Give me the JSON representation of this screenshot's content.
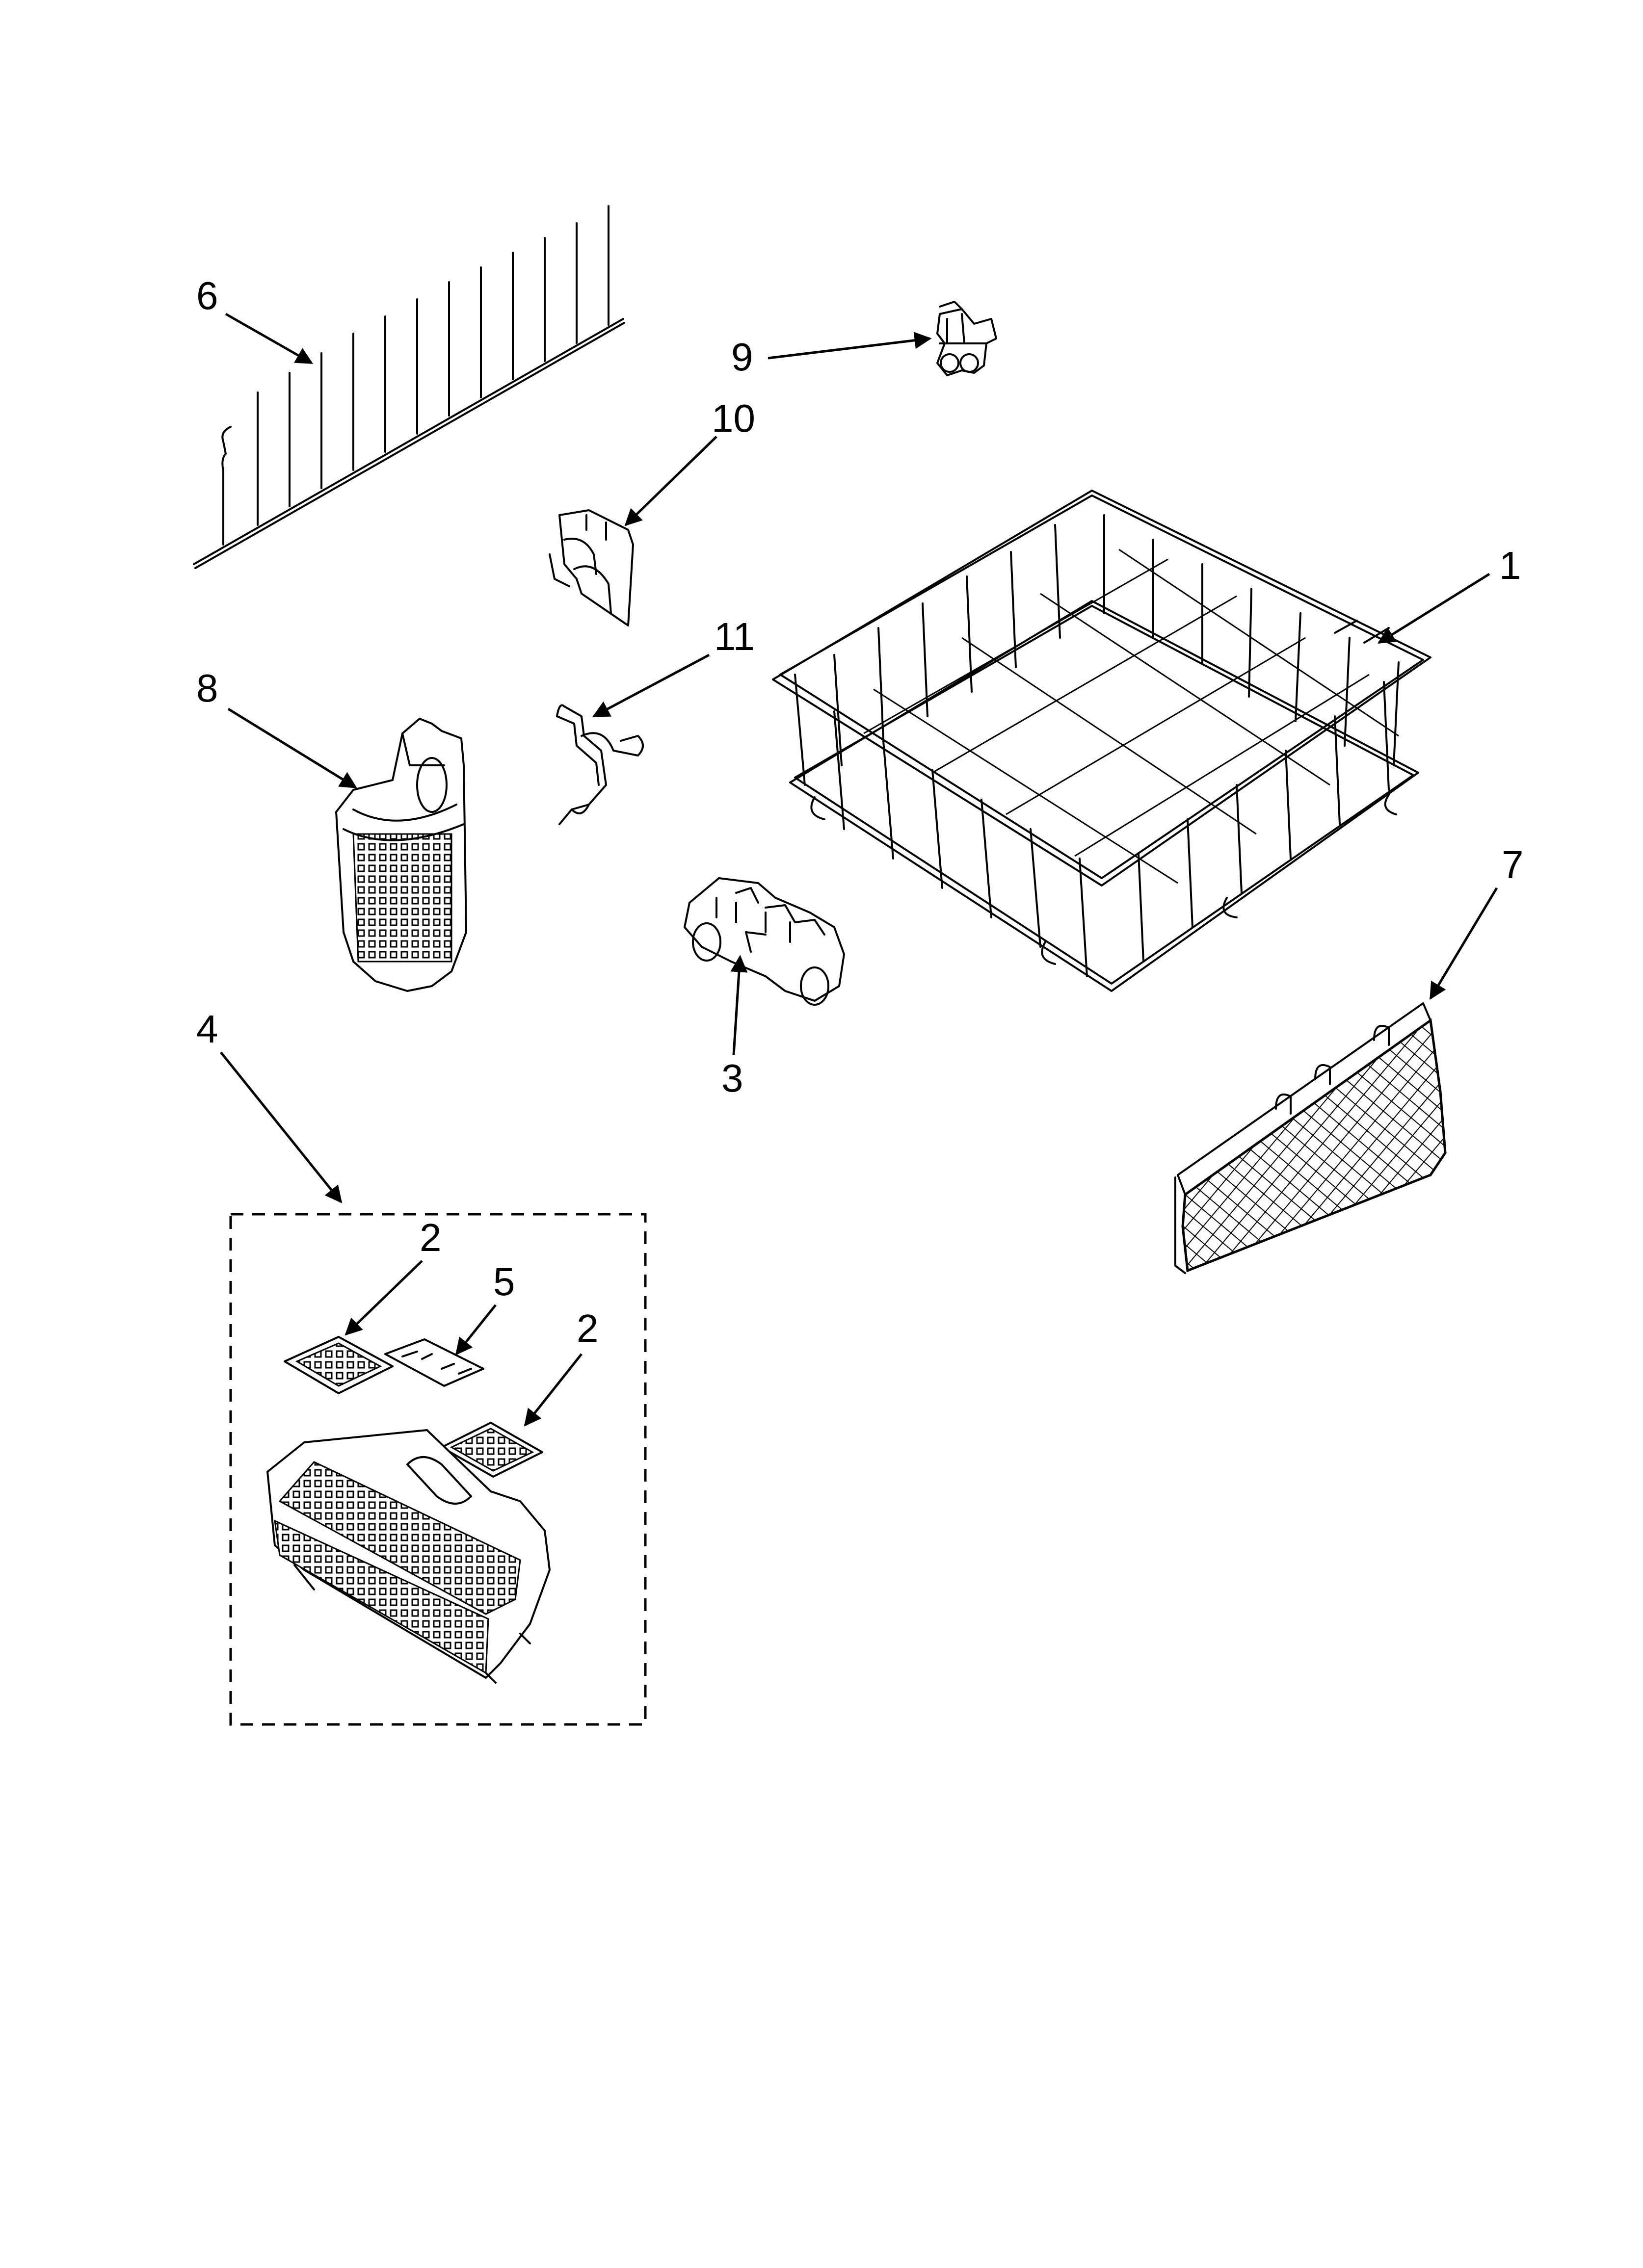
{
  "callouts": {
    "c1": "1",
    "c2a": "2",
    "c2b": "2",
    "c3": "3",
    "c4": "4",
    "c5": "5",
    "c6": "6",
    "c7": "7",
    "c8": "8",
    "c9": "9",
    "c10": "10",
    "c11": "11"
  },
  "colors": {
    "line": "#000000",
    "background": "#ffffff"
  },
  "parts": [
    {
      "callout": "1",
      "icon": "lower-dishrack-icon"
    },
    {
      "callout": "2",
      "icon": "basket-lid-icon"
    },
    {
      "callout": "3",
      "icon": "rack-roller-icon"
    },
    {
      "callout": "4",
      "icon": "silverware-basket-assembly-icon"
    },
    {
      "callout": "5",
      "icon": "small-basket-lid-icon"
    },
    {
      "callout": "6",
      "icon": "tine-row-icon"
    },
    {
      "callout": "7",
      "icon": "mesh-shield-icon"
    },
    {
      "callout": "8",
      "icon": "single-basket-icon"
    },
    {
      "callout": "9",
      "icon": "rack-clip-icon"
    },
    {
      "callout": "10",
      "icon": "rack-bracket-icon"
    },
    {
      "callout": "11",
      "icon": "wire-clip-icon"
    }
  ]
}
